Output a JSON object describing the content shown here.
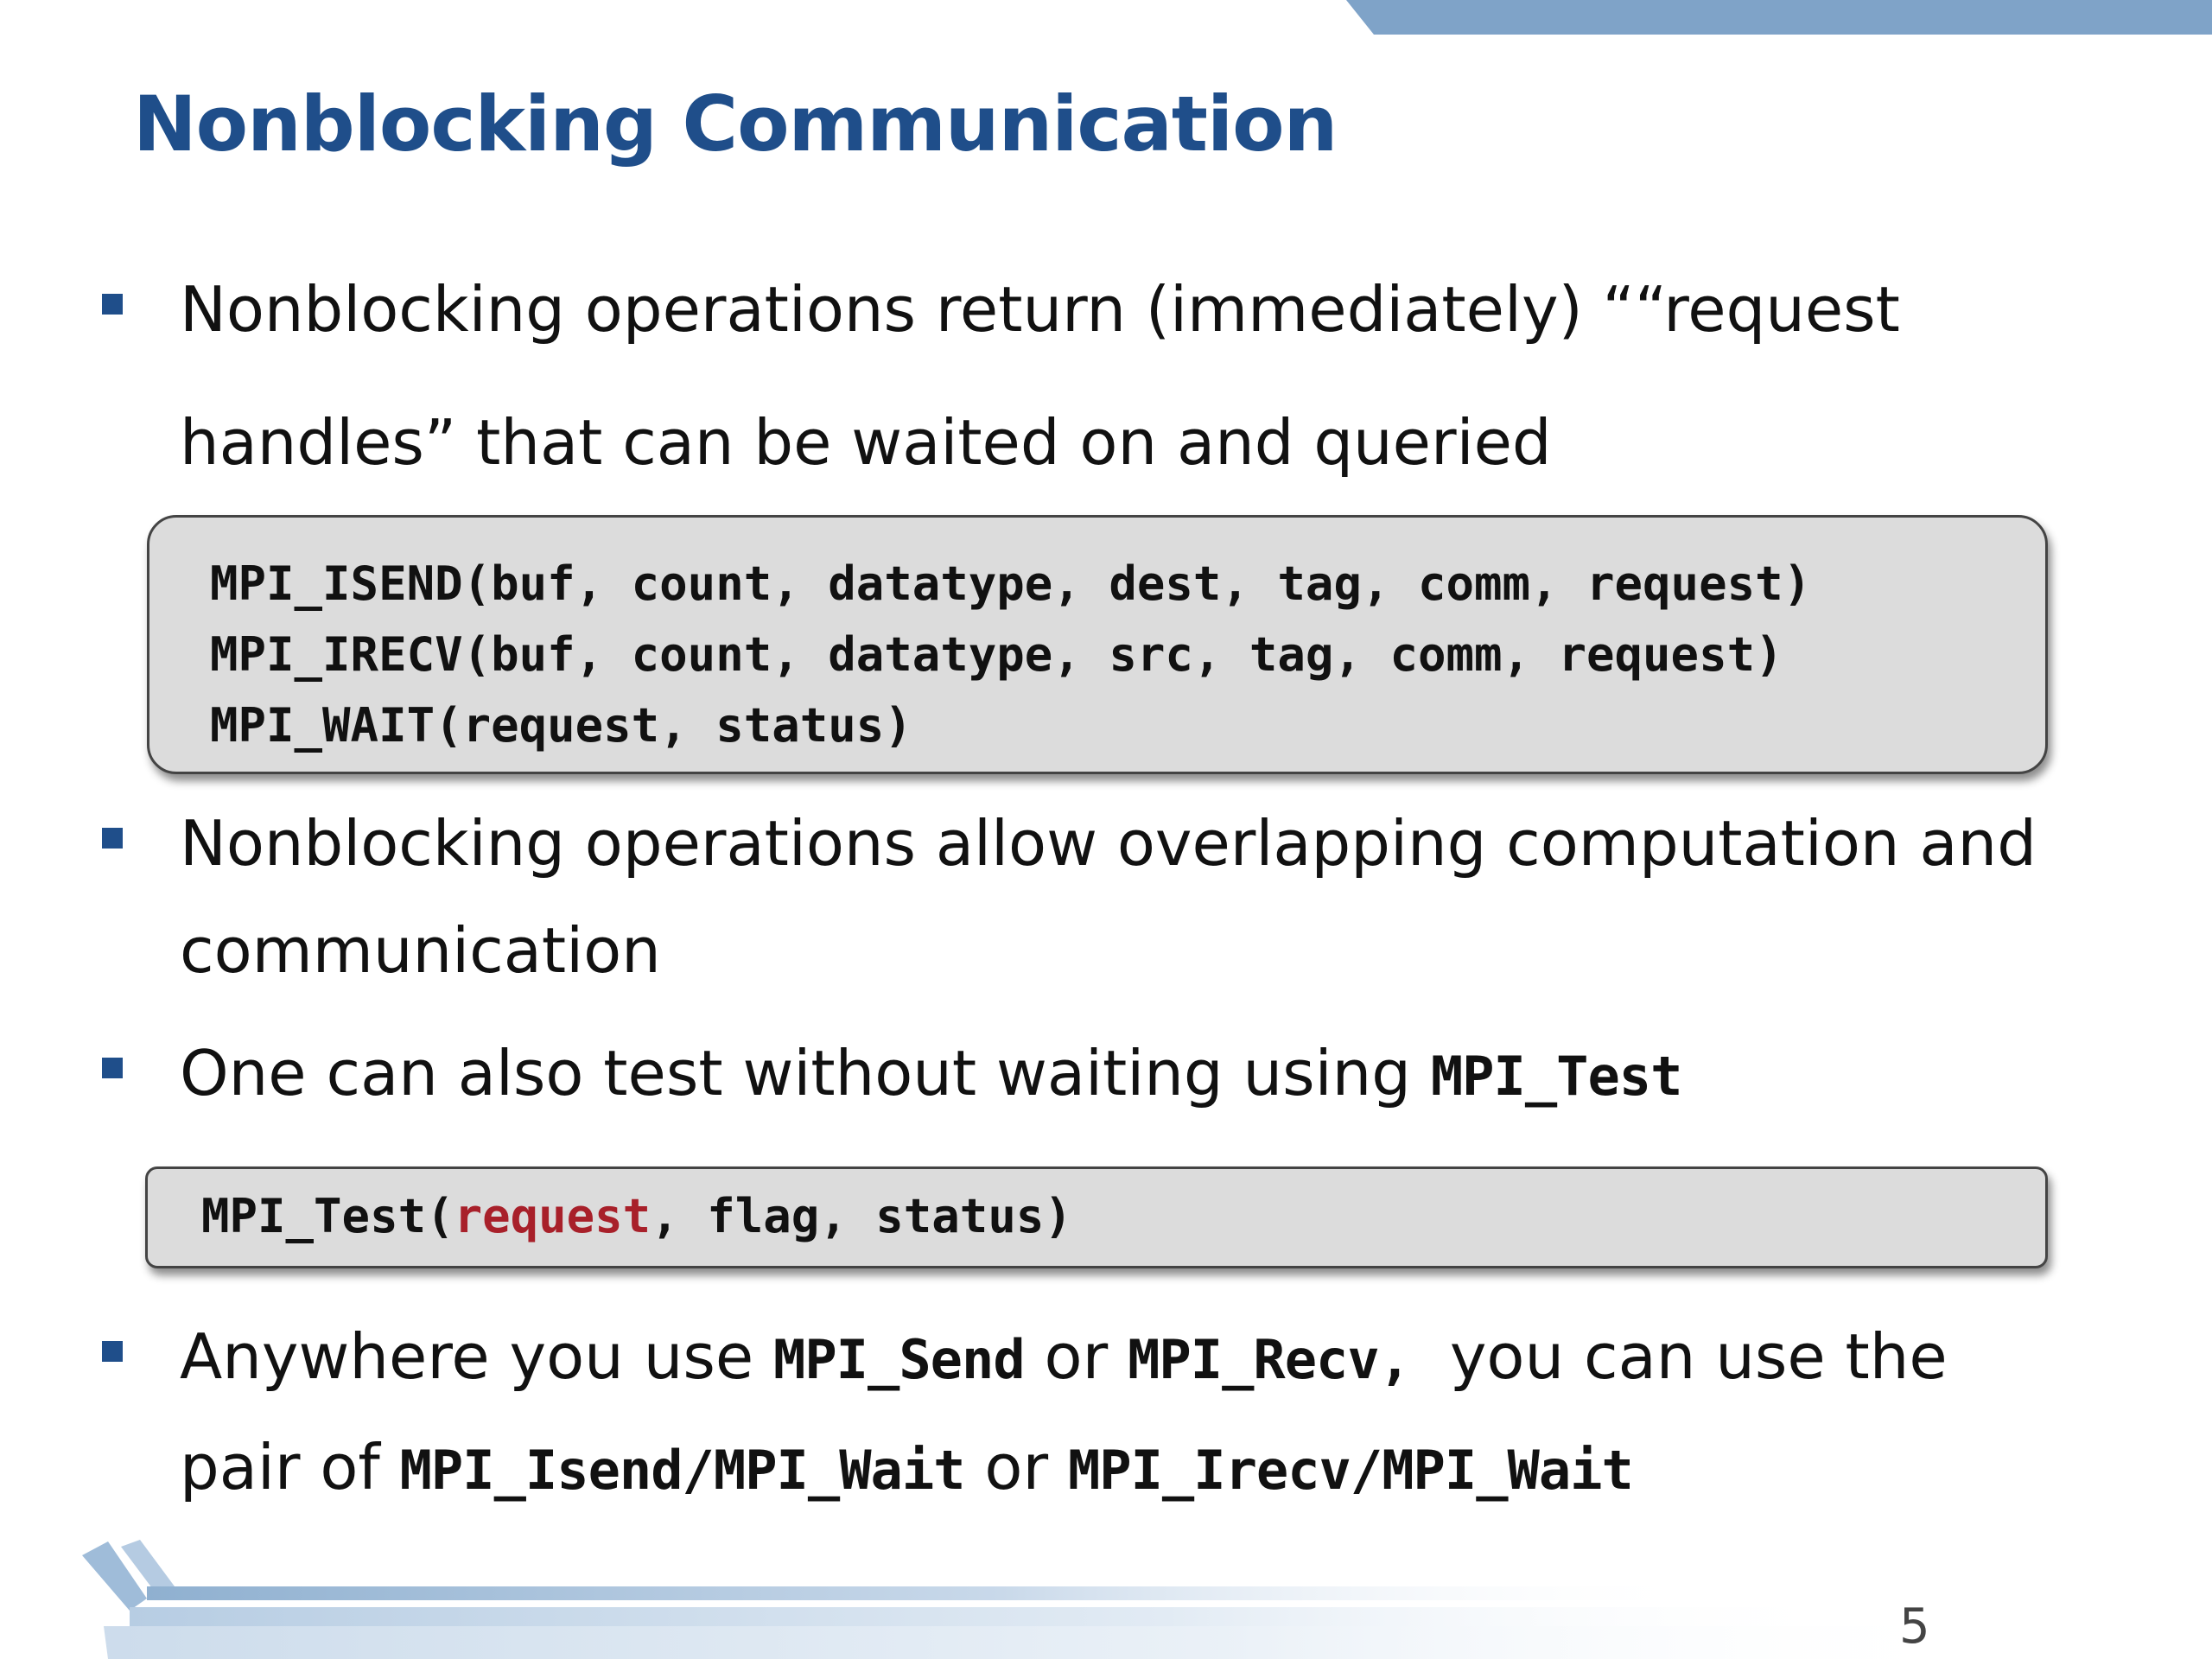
{
  "slide": {
    "title": "Nonblocking Communication",
    "page_number": "5",
    "colors": {
      "title": "#1f4e8a",
      "accent": "#7fa3c8",
      "code_bg": "#dcdcdc",
      "highlight": "#a8202a"
    }
  },
  "bullets": {
    "b1": {
      "line1": "Nonblocking operations return (immediately) ““request",
      "line2": "handles” that can be waited on and queried"
    },
    "b2": {
      "line1": "Nonblocking operations allow overlapping computation and",
      "line2": "communication"
    },
    "b3": {
      "text": "One can also test without waiting using ",
      "code": "MPI_Test"
    },
    "b4": {
      "t1": "Anywhere you use ",
      "c1": "MPI_Send",
      "t2": " or ",
      "c2": "MPI_Recv,",
      "t3": "  you can use the",
      "t4": "pair of ",
      "c3": "MPI_Isend/MPI_Wait",
      "t5": " or ",
      "c4": "MPI_Irecv/MPI_Wait"
    }
  },
  "code_block_1": {
    "lines": [
      "MPI_ISEND(buf, count, datatype, dest, tag, comm, request)",
      "MPI_IRECV(buf, count, datatype, src, tag, comm, request)",
      "MPI_WAIT(request, status)"
    ]
  },
  "code_block_2": {
    "prefix": "MPI_Test(",
    "highlight": "request",
    "suffix": ", flag, status)"
  }
}
